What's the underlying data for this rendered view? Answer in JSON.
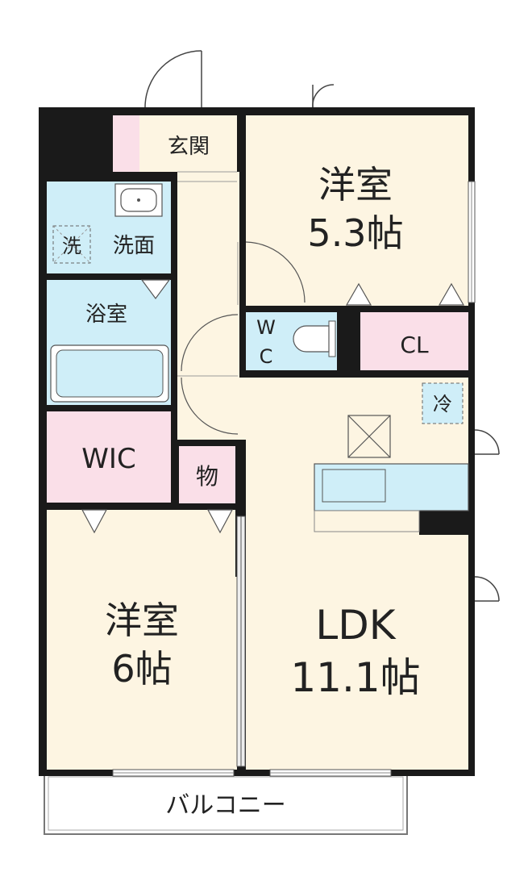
{
  "rooms": {
    "genkan": "玄関",
    "western_north_name": "洋室",
    "western_north_size": "5.3帖",
    "laundry_mark": "洗",
    "washroom": "洗面",
    "bath": "浴室",
    "wc_w": "W",
    "wc_c": "C",
    "closet": "CL",
    "fridge_mark": "冷",
    "wic": "WIC",
    "storage": "物",
    "western_south_name": "洋室",
    "western_south_size": "6帖",
    "ldk_name": "LDK",
    "ldk_size": "11.1帖",
    "balcony": "バルコニー"
  },
  "colors": {
    "wall": "#1a1a1a",
    "floor": "#fdf5e2",
    "wet_area": "#cfeef8",
    "storage_area": "#fadfe8",
    "outline": "#555555"
  }
}
